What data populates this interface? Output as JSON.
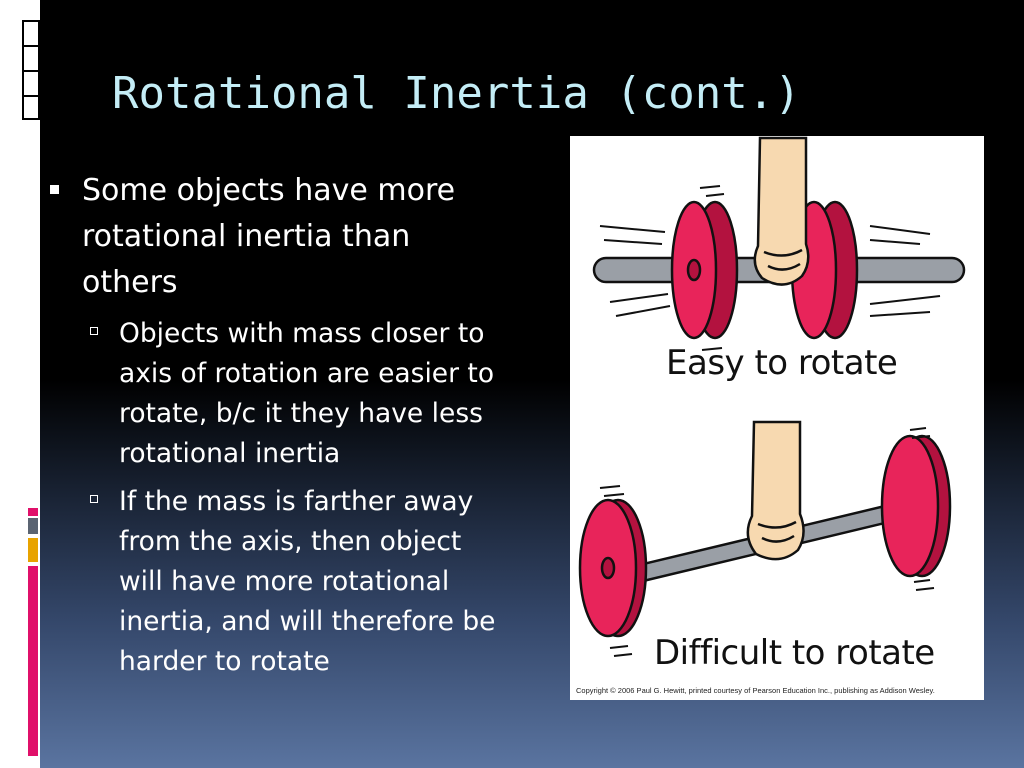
{
  "slide": {
    "title": "Rotational Inertia (cont.)",
    "bullet_main": "Some objects have more rotational inertia than others",
    "sub_bullets": [
      "Objects with mass closer to axis of rotation are easier to rotate, b/c it they have less rotational inertia",
      "If the mass is farther away from the axis, then object will have more rotational inertia, and will therefore be harder to rotate"
    ]
  },
  "figure": {
    "caption_top": "Easy to rotate",
    "caption_bottom": "Difficult to rotate",
    "copyright": "Copyright © 2006 Paul G. Hewitt, printed courtesy of Pearson Education Inc., publishing as Addison Wesley."
  },
  "colors": {
    "title": "#c4edf6",
    "weight": "#e8245a",
    "bar": "#9a9fa6",
    "hand": "#f7d9b0",
    "accent_pink": "#e0106a",
    "accent_gold": "#e8a300"
  }
}
